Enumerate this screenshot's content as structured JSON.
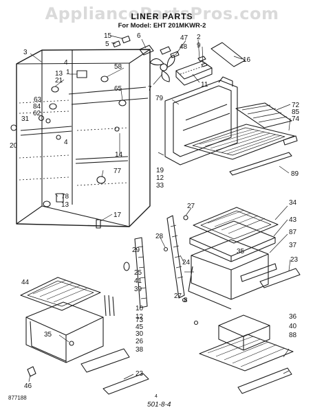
{
  "watermark": "AppliancePartsPros.com",
  "title": "LINER PARTS",
  "subtitle": "For Model: EHT 201MKWR-2",
  "doc_number": "877188",
  "page_number": "4",
  "sheet_label": "501-8-4",
  "callouts": [
    {
      "id": "c15",
      "label": "15"
    },
    {
      "id": "c6",
      "label": "6"
    },
    {
      "id": "c47",
      "label": "47"
    },
    {
      "id": "c2",
      "label": "2"
    },
    {
      "id": "c5",
      "label": "5"
    },
    {
      "id": "c48",
      "label": "48"
    },
    {
      "id": "c9",
      "label": "9"
    },
    {
      "id": "c3",
      "label": "3"
    },
    {
      "id": "c4a",
      "label": "4"
    },
    {
      "id": "c16",
      "label": "16"
    },
    {
      "id": "c1",
      "label": "1"
    },
    {
      "id": "c58",
      "label": "58"
    },
    {
      "id": "c13a",
      "label": "13"
    },
    {
      "id": "c21",
      "label": "21"
    },
    {
      "id": "c7",
      "label": "7"
    },
    {
      "id": "c11",
      "label": "11"
    },
    {
      "id": "c65",
      "label": "65"
    },
    {
      "id": "c63",
      "label": "63"
    },
    {
      "id": "c84",
      "label": "84"
    },
    {
      "id": "c62",
      "label": "62"
    },
    {
      "id": "c79",
      "label": "79"
    },
    {
      "id": "c72",
      "label": "72"
    },
    {
      "id": "c85",
      "label": "85"
    },
    {
      "id": "c74",
      "label": "74"
    },
    {
      "id": "c31",
      "label": "31"
    },
    {
      "id": "c20",
      "label": "20"
    },
    {
      "id": "c4b",
      "label": "4"
    },
    {
      "id": "c14",
      "label": "14"
    },
    {
      "id": "c19",
      "label": "19"
    },
    {
      "id": "c12a",
      "label": "12"
    },
    {
      "id": "c33",
      "label": "33"
    },
    {
      "id": "c89",
      "label": "89"
    },
    {
      "id": "c77",
      "label": "77"
    },
    {
      "id": "c78",
      "label": "78"
    },
    {
      "id": "c13b",
      "label": "13"
    },
    {
      "id": "c17",
      "label": "17"
    },
    {
      "id": "c27a",
      "label": "27"
    },
    {
      "id": "c34",
      "label": "34"
    },
    {
      "id": "c43",
      "label": "43"
    },
    {
      "id": "c87",
      "label": "87"
    },
    {
      "id": "c28",
      "label": "28"
    },
    {
      "id": "c37",
      "label": "37"
    },
    {
      "id": "c29",
      "label": "29"
    },
    {
      "id": "c24",
      "label": "24"
    },
    {
      "id": "c35a",
      "label": "35"
    },
    {
      "id": "c23a",
      "label": "23"
    },
    {
      "id": "c25",
      "label": "25"
    },
    {
      "id": "c44",
      "label": "44"
    },
    {
      "id": "c41",
      "label": "41"
    },
    {
      "id": "c39",
      "label": "39"
    },
    {
      "id": "c27b",
      "label": "27"
    },
    {
      "id": "c8",
      "label": "8"
    },
    {
      "id": "c10",
      "label": "10"
    },
    {
      "id": "c12b",
      "label": "12"
    },
    {
      "id": "c73",
      "label": "73"
    },
    {
      "id": "c45",
      "label": "45"
    },
    {
      "id": "c36",
      "label": "36"
    },
    {
      "id": "c30",
      "label": "30"
    },
    {
      "id": "c26",
      "label": "26"
    },
    {
      "id": "c38",
      "label": "38"
    },
    {
      "id": "c35b",
      "label": "35"
    },
    {
      "id": "c23b",
      "label": "23"
    },
    {
      "id": "c40",
      "label": "40"
    },
    {
      "id": "c88",
      "label": "88"
    },
    {
      "id": "c46",
      "label": "46"
    }
  ]
}
